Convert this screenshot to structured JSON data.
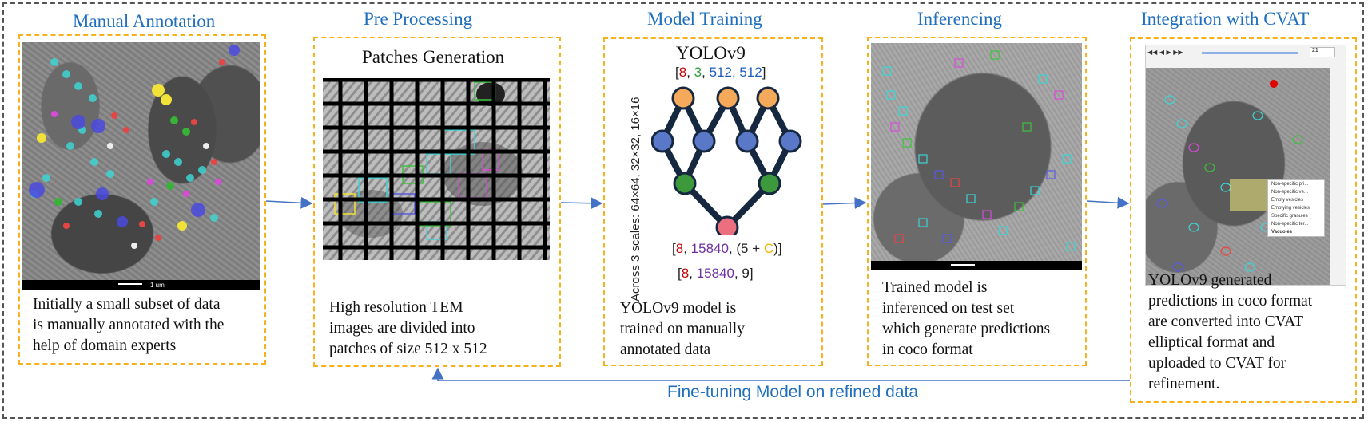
{
  "stages": [
    {
      "title": "Manual Annotation",
      "lines": [
        "Initially a small subset of data",
        "is manually annotated with the",
        "help of domain experts"
      ]
    },
    {
      "title": "Pre Processing",
      "lines": [
        "High resolution TEM",
        "images are divided into",
        "patches of size 512 x 512"
      ]
    },
    {
      "title": "Model Training",
      "lines": [
        "YOLOv9 model is",
        "trained on manually",
        "annotated data"
      ]
    },
    {
      "title": "Inferencing",
      "lines": [
        "Trained model is",
        "inferenced on test set",
        "which generate predictions",
        "in coco format"
      ]
    },
    {
      "title": "Integration with CVAT",
      "lines": [
        "YOLOv9 generated",
        "predictions in coco format",
        "are converted into CVAT",
        "elliptical format and",
        "uploaded to CVAT for",
        "refinement."
      ]
    }
  ],
  "patches_title": "Patches Generation",
  "model": {
    "name": "YOLOv9",
    "scales_label": "Across 3 scales: 64×64, 32×32, 16×16",
    "input_tensor": [
      {
        "text": "[",
        "color": "#222222"
      },
      {
        "text": "8",
        "color": "#c00000"
      },
      {
        "text": ", ",
        "color": "#222222"
      },
      {
        "text": "3",
        "color": "#2e9e3a"
      },
      {
        "text": ", ",
        "color": "#222222"
      },
      {
        "text": "512, 512",
        "color": "#1f5fbf"
      },
      {
        "text": "]",
        "color": "#222222"
      }
    ],
    "output_tensor": [
      {
        "text": "[",
        "color": "#222222"
      },
      {
        "text": "8",
        "color": "#c00000"
      },
      {
        "text": ", ",
        "color": "#222222"
      },
      {
        "text": "15840",
        "color": "#7030a0"
      },
      {
        "text": ", (5 + ",
        "color": "#222222"
      },
      {
        "text": "C",
        "color": "#f0b400"
      },
      {
        "text": ")]",
        "color": "#222222"
      }
    ],
    "final_tensor": [
      {
        "text": "[",
        "color": "#222222"
      },
      {
        "text": "8",
        "color": "#c00000"
      },
      {
        "text": ", ",
        "color": "#222222"
      },
      {
        "text": "15840",
        "color": "#7030a0"
      },
      {
        "text": ", 9]",
        "color": "#222222"
      }
    ],
    "node_colors": {
      "top": "#f5a95a",
      "middle": "#5a78c8",
      "lower": "#3c9a3c",
      "output": "#ec6f80"
    }
  },
  "scale_bar_label": "1 um",
  "cvat": {
    "frame_number": "21",
    "menu_items": [
      "Non-specific pri...",
      "Non-specific ve...",
      "Empty vesicles",
      "Emptying vesicles",
      "Specific granules",
      "Non-specific ter...",
      "Vacuoles"
    ]
  },
  "feedback_label": "Fine-tuning Model on refined data",
  "colors": {
    "title": "#1f6fbf",
    "box_border": "#f5b21e",
    "arrow": "#4472c4"
  }
}
